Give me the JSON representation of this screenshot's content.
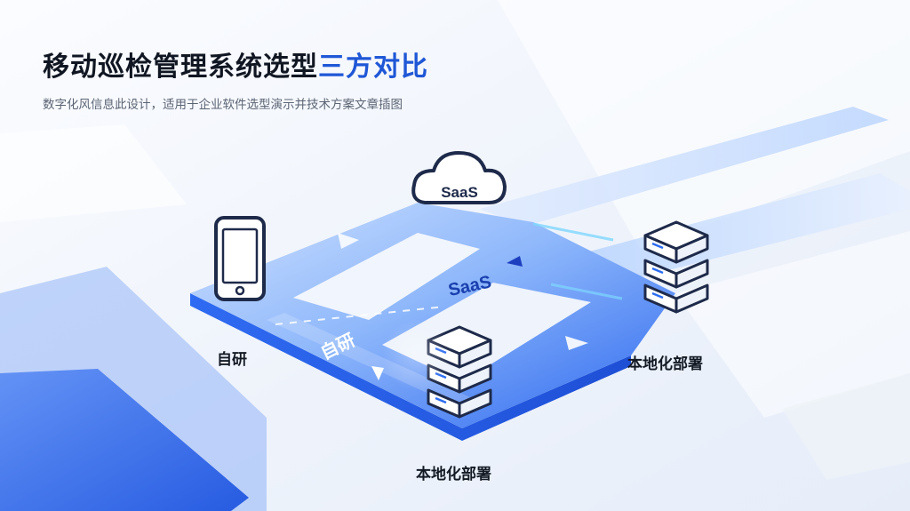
{
  "header": {
    "title_main": "移动巡检管理系统选型",
    "title_accent": "三方对比",
    "subtitle": "数字化风信息此设计，适用于企业软件选型演示并技术方案文章插图"
  },
  "diagram": {
    "cloud_label": "SaaS",
    "path_label_saas": "SaaS",
    "path_label_selfdev": "自研",
    "left_node_label": "自研",
    "right_node_label": "本地化部署",
    "bottom_node_label": "本地化部署"
  },
  "colors": {
    "accent": "#1f57d6",
    "path_light": "#dbe9ff",
    "path_dark": "#2c6cf0",
    "device_outline": "#1e2a4a"
  },
  "icons": [
    "smartphone-icon",
    "cloud-icon",
    "server-icon",
    "arrow-icon"
  ]
}
